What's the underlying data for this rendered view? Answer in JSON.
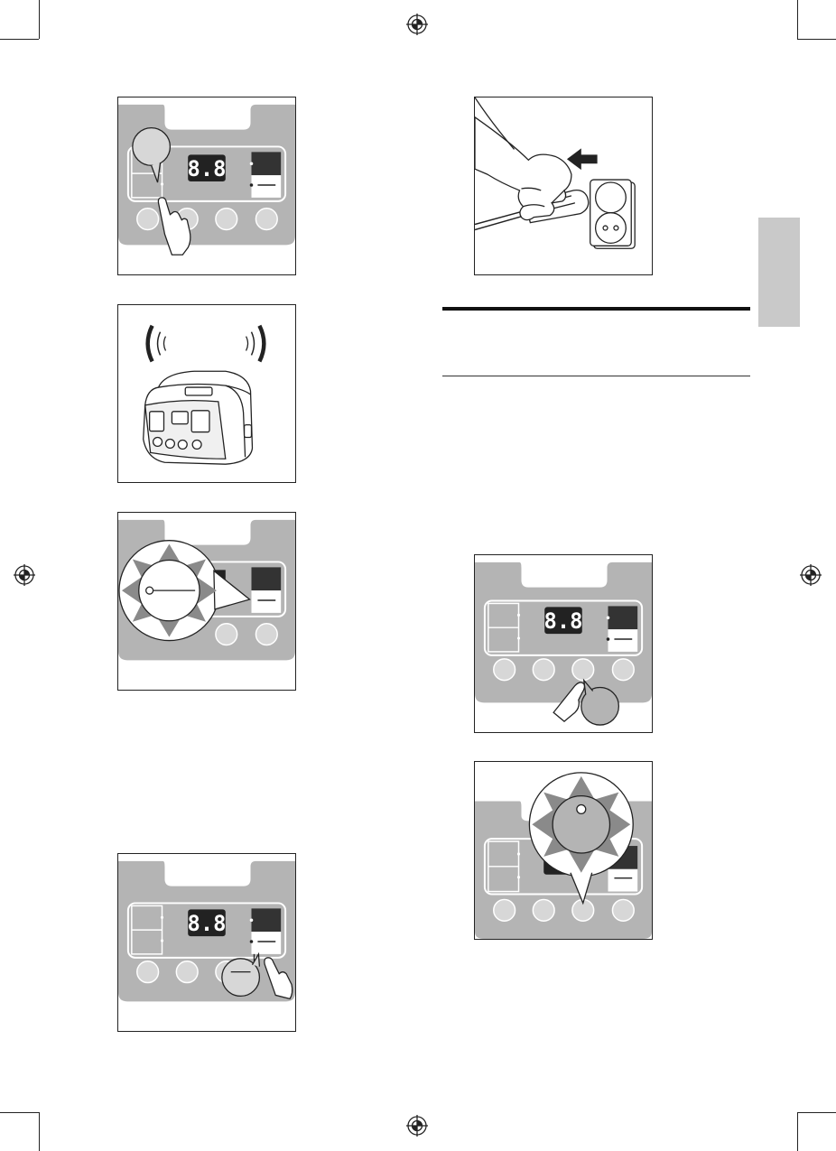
{
  "display": {
    "digits": "8.8"
  },
  "colors": {
    "panel_grey": "#b4b4b4",
    "light_grey": "#d7d7d7",
    "dark_key": "#333333",
    "tab_grey": "#c9c9c9",
    "line": "#222222"
  },
  "icons": [
    "registration-mark",
    "finger-press",
    "sound-waves",
    "rice-cooker",
    "power-plug",
    "highlight-burst",
    "arrow-left"
  ]
}
